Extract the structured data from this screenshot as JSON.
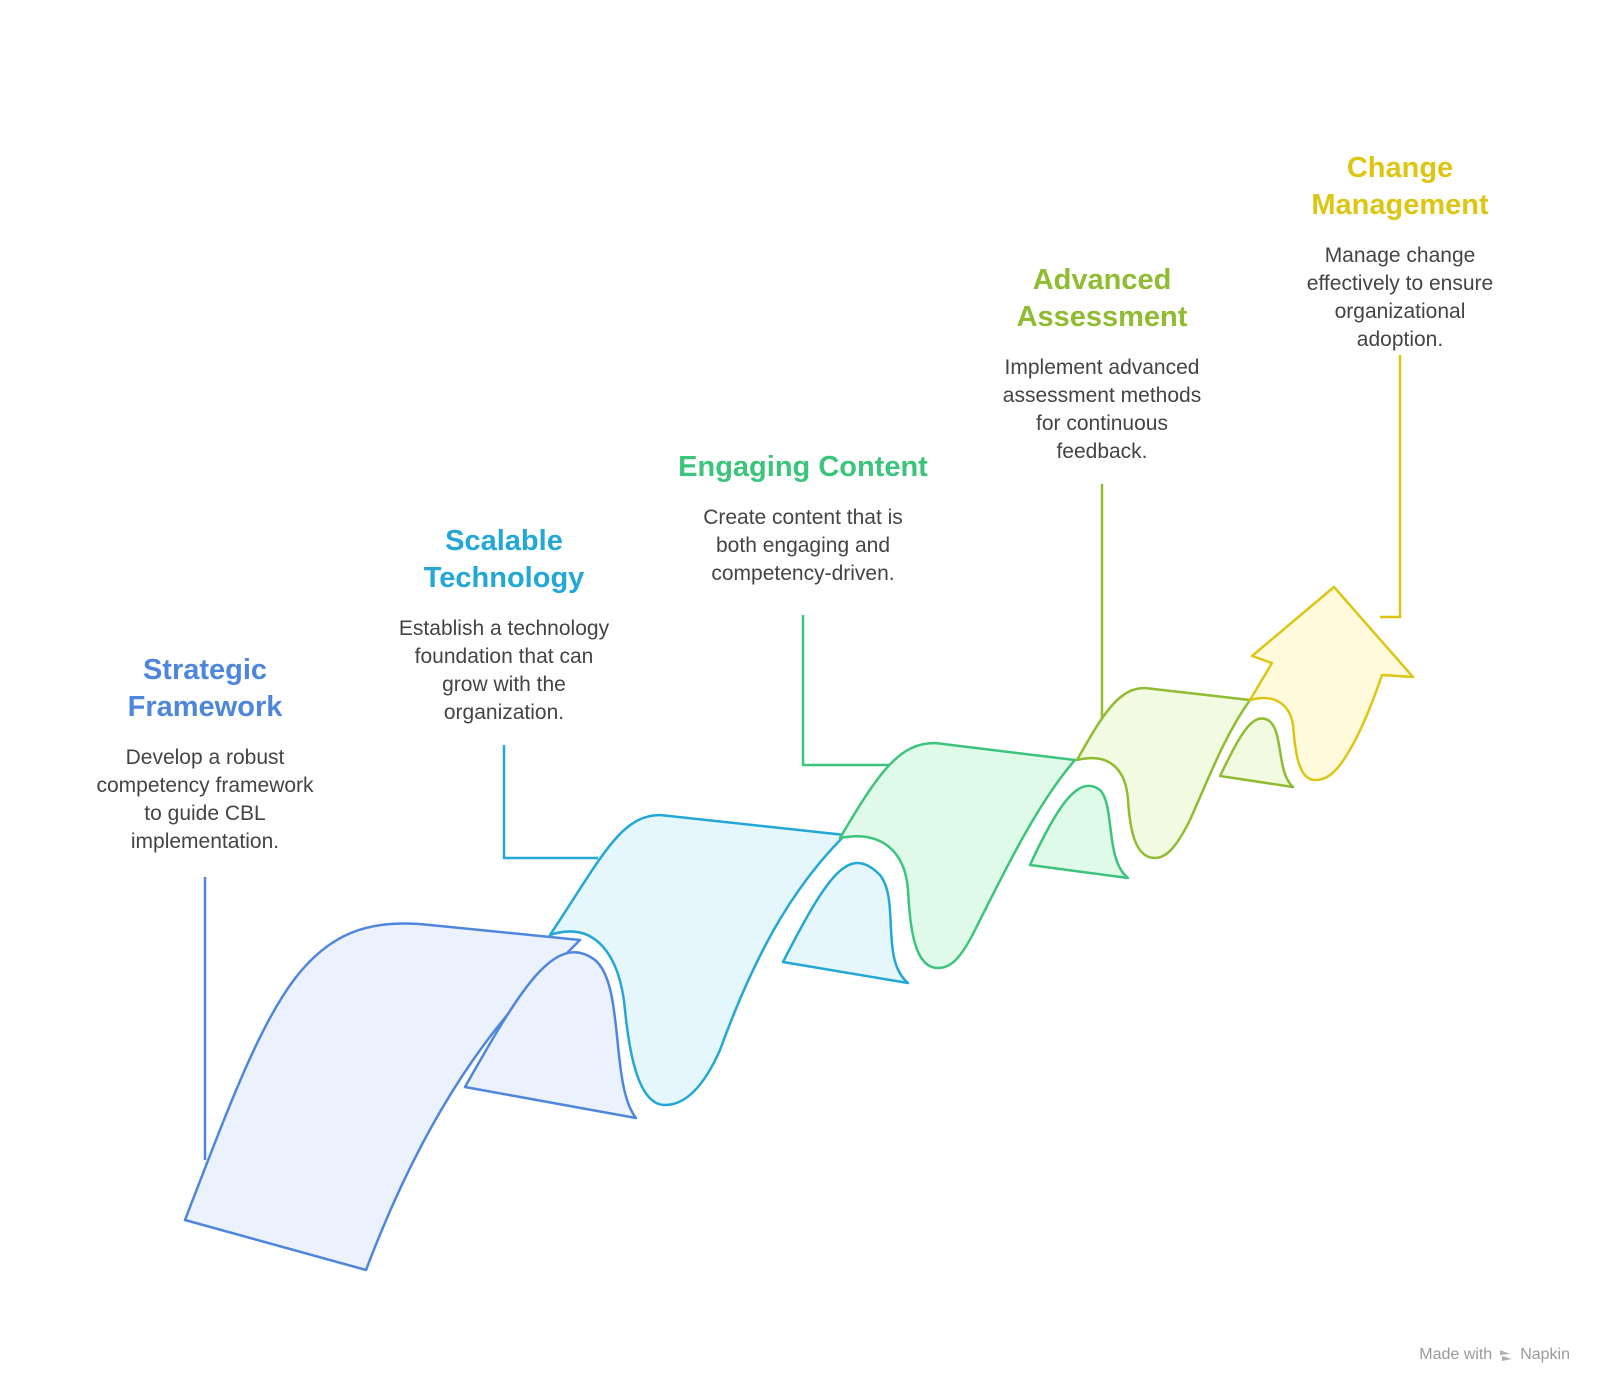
{
  "colors": {
    "step1": "#4f86dd",
    "step2": "#22a7d6",
    "step3": "#3cc47c",
    "step4": "#8fbc31",
    "step5": "#dcc613",
    "fill1": "#ecf2fd",
    "fill2": "#e5f7fc",
    "fill3": "#e0faea",
    "fill4": "#f2fbe1",
    "fill5": "#fefadb"
  },
  "steps": [
    {
      "title_lines": [
        "Strategic",
        "Framework"
      ],
      "description_lines": [
        "Develop a robust",
        "competency framework",
        "to guide CBL",
        "implementation."
      ]
    },
    {
      "title_lines": [
        "Scalable",
        "Technology"
      ],
      "description_lines": [
        "Establish a technology",
        "foundation that can",
        "grow with the",
        "organization."
      ]
    },
    {
      "title_lines": [
        "Engaging Content"
      ],
      "description_lines": [
        "Create content that is",
        "both engaging and",
        "competency-driven."
      ]
    },
    {
      "title_lines": [
        "Advanced",
        "Assessment"
      ],
      "description_lines": [
        "Implement advanced",
        "assessment methods",
        "for continuous",
        "feedback."
      ]
    },
    {
      "title_lines": [
        "Change",
        "Management"
      ],
      "description_lines": [
        "Manage change",
        "effectively to ensure",
        "organizational adoption."
      ]
    }
  ],
  "footer": {
    "prefix": "Made with",
    "brand": "Napkin",
    "brand_icon": "napkin-logo-icon"
  }
}
